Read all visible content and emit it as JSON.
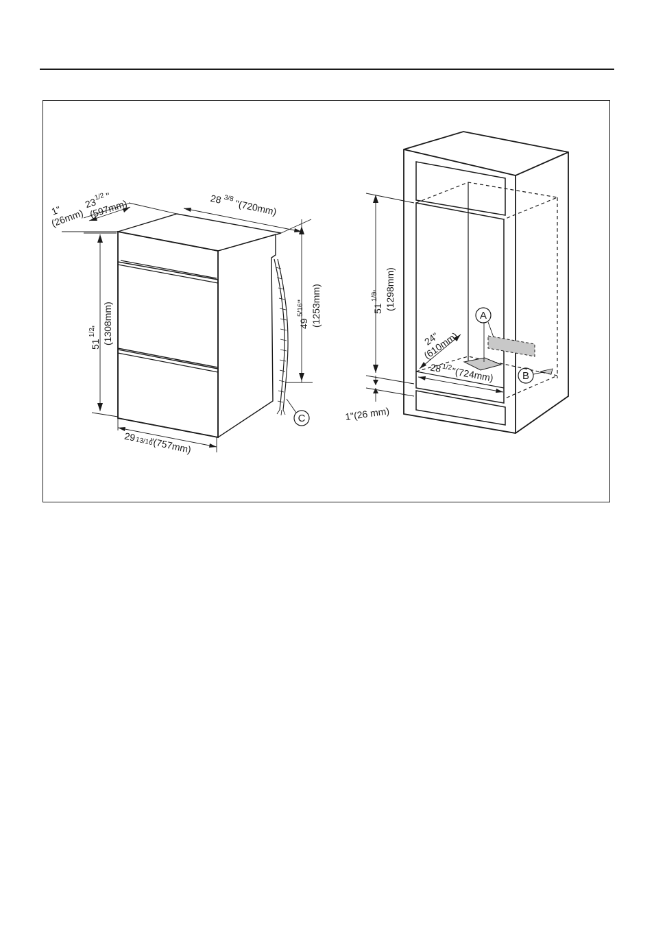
{
  "oven": {
    "depth_total": "1\"",
    "depth_total_mm": "(26mm)",
    "width_top_main": "23",
    "width_top_frac": "1/2",
    "width_top_unit": "\"",
    "width_top_mm": "(597mm)",
    "top_depth_main": "28",
    "top_depth_frac": "3/8",
    "top_depth_rest": "\"(720mm)",
    "height_main": "51",
    "height_frac": "1/2",
    "height_unit": "\"",
    "height_mm": "(1308mm)",
    "side_height_main": "49",
    "side_height_frac": "5/16",
    "side_height_unit": "\"",
    "side_height_mm": "(1253mm)",
    "base_width_main": "29",
    "base_width_frac": "13/16",
    "base_width_rest": "\"(757mm)",
    "callout_c": "C"
  },
  "cabinet": {
    "height_main": "51",
    "height_frac": "1/8",
    "height_unit": "\"",
    "height_mm": "(1298mm)",
    "depth_main": "24\"",
    "depth_mm": "(610mm)",
    "width_main": "28",
    "width_frac": "1/2",
    "width_rest": "\"(724mm)",
    "gap": "1\"(26 mm)",
    "callout_a": "A",
    "callout_b": "B"
  },
  "colors": {
    "line": "#1a1a1a",
    "shade": "#c8c8c8"
  }
}
